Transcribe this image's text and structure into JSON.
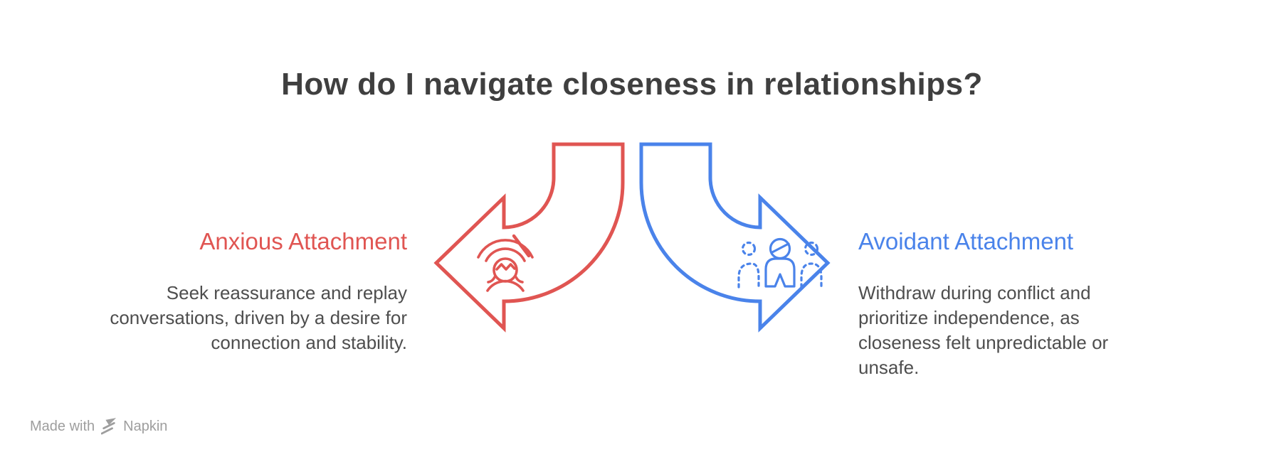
{
  "title": "How do I navigate closeness in relationships?",
  "left_block": {
    "heading": "Anxious Attachment",
    "body": "Seek reassurance and replay conversations, driven by a desire for connection and stability."
  },
  "right_block": {
    "heading": "Avoidant Attachment",
    "body": "Withdraw during conflict and prioritize independence, as closeness felt unpredictable or unsafe."
  },
  "footer": {
    "made_with": "Made with",
    "brand": "Napkin"
  },
  "icons": {
    "left_arrow_icon": "anxious-person-with-worry-waves-icon",
    "right_arrow_icon": "person-standing-apart-from-group-icon",
    "footer_logo": "napkin-logo-icon"
  },
  "colors": {
    "red": "#e05552",
    "blue": "#4a83ea",
    "title_gray": "#3f3f3f",
    "body_gray": "#4e4e4e",
    "credit_gray": "#9e9e9e"
  }
}
